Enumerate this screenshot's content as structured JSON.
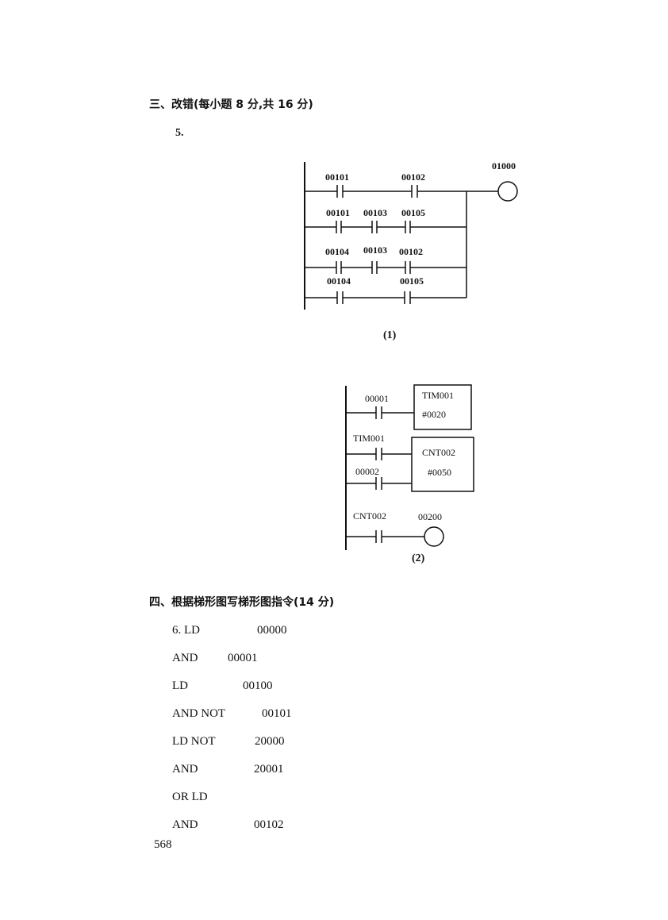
{
  "section3": {
    "title": "三、改错(每小题 8 分,共 16 分)",
    "question_number": "5."
  },
  "diagram1": {
    "caption": "(1)",
    "output_coil": "01000",
    "rung1": [
      "00101",
      "00102"
    ],
    "rung2": [
      "00101",
      "00103",
      "00105"
    ],
    "rung3": [
      "00104",
      "00103",
      "00102"
    ],
    "rung4": [
      "00104",
      "00105"
    ]
  },
  "diagram2": {
    "caption": "(2)",
    "rung1": {
      "contact": "00001",
      "box": [
        "TIM001",
        "#0020"
      ]
    },
    "rung2": {
      "contacts": [
        "TIM001",
        "00002"
      ],
      "box": [
        "CNT002",
        "#0050"
      ]
    },
    "rung3": {
      "contact": "CNT002",
      "coil": "00200"
    }
  },
  "section4": {
    "title": "四、根据梯形图写梯形图指令(14 分)",
    "instructions": [
      {
        "op": "6. LD",
        "operand": "00000"
      },
      {
        "op": "AND",
        "operand": "00001"
      },
      {
        "op": "LD",
        "operand": "00100"
      },
      {
        "op": "AND NOT",
        "operand": "00101"
      },
      {
        "op": "LD NOT",
        "operand": "20000"
      },
      {
        "op": "AND",
        "operand": "20001"
      },
      {
        "op": "OR LD",
        "operand": ""
      },
      {
        "op": "AND",
        "operand": "00102"
      }
    ]
  },
  "page_number": "568"
}
